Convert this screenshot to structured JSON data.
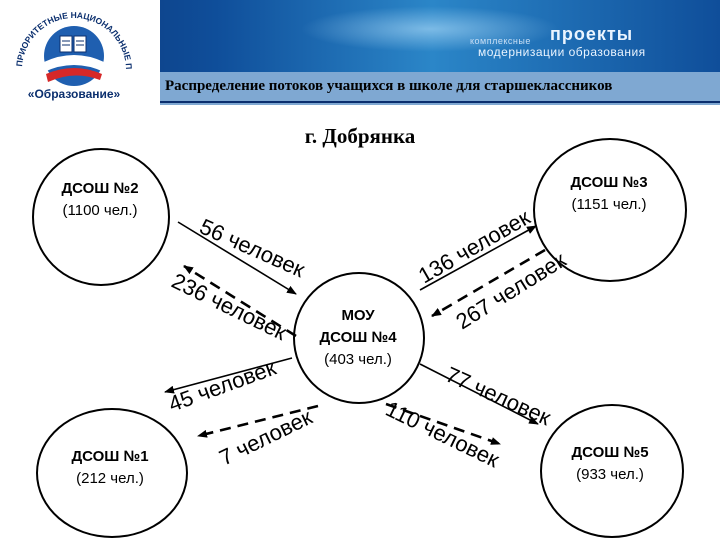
{
  "header": {
    "logo_text_arc": "ПРИОРИТЕТНЫЕ НАЦИОНАЛЬНЫЕ ПРОЕКТЫ",
    "logo_caption": "«Образование»",
    "brand_small": "комплексные",
    "brand_big": "проекты",
    "brand_sub": "модернизации образования",
    "title": "Распределение потоков учащихся в школе для старшеклассников"
  },
  "city": "г. Добрянка",
  "nodes": {
    "school2": {
      "name": "ДСОШ №2",
      "count": "(1100 чел.)"
    },
    "school3": {
      "name": "ДСОШ №3",
      "count": "(1151 чел.)"
    },
    "center": {
      "line1": "МОУ",
      "line2": "ДСОШ №4",
      "line3": "(403 чел.)"
    },
    "school1": {
      "name": "ДСОШ №1",
      "count": "(212 чел.)"
    },
    "school5": {
      "name": "ДСОШ №5",
      "count": "(933 чел.)"
    }
  },
  "flows": {
    "f56": "56 человек",
    "f236": "236 человек",
    "f136": "136 человек",
    "f267": "267 человек",
    "f45": "45 человек",
    "f7": "7 человек",
    "f77": "77 человек",
    "f110": "110 человек"
  },
  "colors": {
    "banner_dark": "#0b2f6e",
    "strip": "#7fa8d2",
    "logo_red": "#d62828"
  }
}
